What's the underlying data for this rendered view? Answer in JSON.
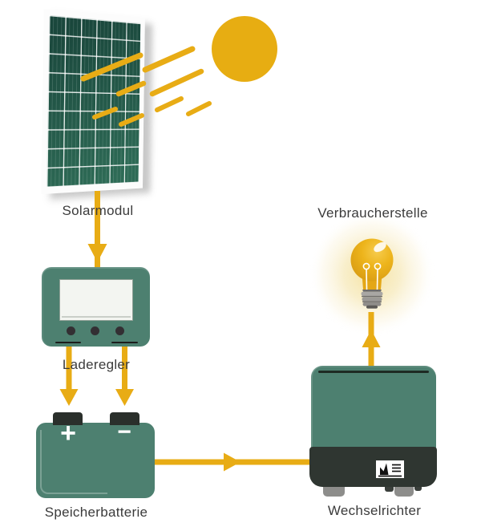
{
  "diagram": {
    "description": "Solar power system flow diagram",
    "nodes": [
      {
        "id": "solarmodul",
        "type": "solar-panel",
        "label": "Solarmodul"
      },
      {
        "id": "laderegler",
        "type": "charge-controller",
        "label": "Laderegler"
      },
      {
        "id": "speicherbatterie",
        "type": "battery",
        "label": "Speicherbatterie",
        "plus_symbol": "+",
        "minus_symbol": "−"
      },
      {
        "id": "wechselrichter",
        "type": "inverter",
        "label": "Wechselrichter"
      },
      {
        "id": "verbraucherstelle",
        "type": "consumer-light-bulb",
        "label": "Verbraucherstelle"
      },
      {
        "id": "sonne",
        "type": "sun",
        "label": ""
      }
    ],
    "edges": [
      {
        "from": "sonne",
        "to": "solarmodul",
        "style": "sun-rays"
      },
      {
        "from": "solarmodul",
        "to": "laderegler",
        "style": "arrow-down"
      },
      {
        "from": "laderegler",
        "to": "speicherbatterie",
        "style": "double-arrow-down"
      },
      {
        "from": "speicherbatterie",
        "to": "wechselrichter",
        "style": "arrow-right"
      },
      {
        "from": "wechselrichter",
        "to": "verbraucherstelle",
        "style": "arrow-up"
      }
    ],
    "colors": {
      "device_green": "#4D8070",
      "panel_green_dark": "#1A473C",
      "panel_green_light": "#2E6B56",
      "accent_yellow": "#E8AC15",
      "dark_casing": "#2F3631",
      "text": "#3B3B3B",
      "background": "#FFFFFF"
    }
  }
}
